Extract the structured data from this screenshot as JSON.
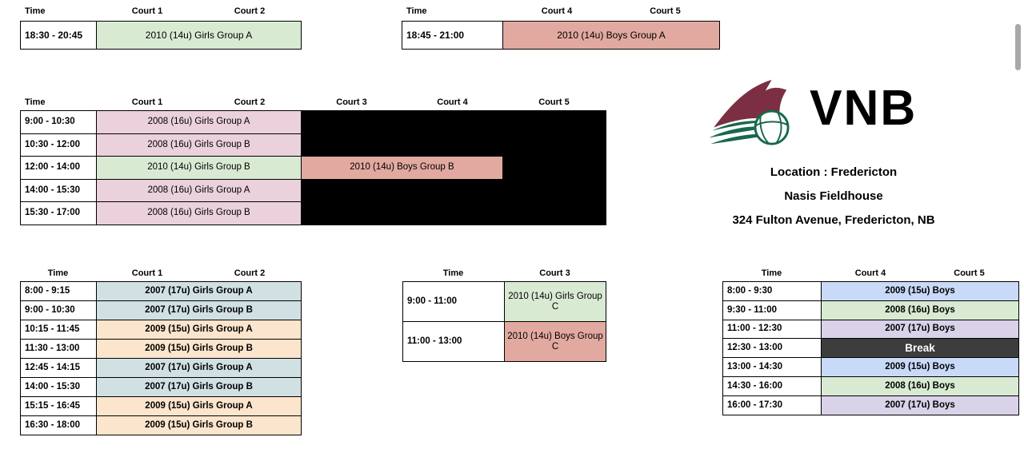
{
  "colors": {
    "green": "#d9ead3",
    "salmon": "#e2a9a0",
    "pink": "#ead1dc",
    "bluegray": "#d0e0e3",
    "peach": "#fce5cd",
    "blue": "#c9daf8",
    "lavender": "#d9d2e9",
    "dark": "#3d3d3d",
    "black": "#000000",
    "logo_maroon": "#7c2f42",
    "logo_green": "#17684c"
  },
  "logo": {
    "brand": "VNB"
  },
  "location": {
    "line1": "Location : Fredericton",
    "line2": "Nasis Fieldhouse",
    "line3": "324 Fulton Avenue, Fredericton, NB"
  },
  "tables": {
    "evening_girls": {
      "header": {
        "time": "Time",
        "courts": [
          "Court 1",
          "Court 2"
        ]
      },
      "rows": [
        {
          "time": "18:30 - 20:45",
          "cells": [
            {
              "label": "2010 (14u) Girls Group A",
              "color": "green",
              "span": 2
            }
          ]
        }
      ]
    },
    "evening_boys": {
      "header": {
        "time": "Time",
        "courts": [
          "Court 4",
          "Court 5"
        ]
      },
      "rows": [
        {
          "time": "18:45 - 21:00",
          "cells": [
            {
              "label": "2010 (14u) Boys Group A",
              "color": "salmon",
              "span": 2
            }
          ]
        }
      ]
    },
    "midday": {
      "header": {
        "time": "Time",
        "courts": [
          "Court 1",
          "Court 2",
          "Court 3",
          "Court 4",
          "Court 5"
        ]
      },
      "rows": [
        {
          "time": "9:00 - 10:30",
          "cells": [
            {
              "label": "2008 (16u) Girls Group A",
              "color": "pink",
              "span": 2
            },
            {
              "label": "",
              "color": "black",
              "span": 3
            }
          ]
        },
        {
          "time": "10:30 - 12:00",
          "cells": [
            {
              "label": "2008 (16u) Girls Group B",
              "color": "pink",
              "span": 2
            },
            {
              "label": "",
              "color": "black",
              "span": 3
            }
          ]
        },
        {
          "time": "12:00 - 14:00",
          "cells": [
            {
              "label": "2010 (14u) Girls Group B",
              "color": "green",
              "span": 2
            },
            {
              "label": "2010 (14u) Boys Group B",
              "color": "salmon",
              "span": 2
            },
            {
              "label": "",
              "color": "black",
              "span": 1
            }
          ]
        },
        {
          "time": "14:00 - 15:30",
          "cells": [
            {
              "label": "2008 (16u) Girls Group A",
              "color": "pink",
              "span": 2
            },
            {
              "label": "",
              "color": "black",
              "span": 3
            }
          ]
        },
        {
          "time": "15:30 - 17:00",
          "cells": [
            {
              "label": "2008 (16u) Girls Group B",
              "color": "pink",
              "span": 2
            },
            {
              "label": "",
              "color": "black",
              "span": 3
            }
          ]
        }
      ]
    },
    "morning_girls": {
      "header": {
        "time": "Time",
        "courts": [
          "Court 1",
          "Court 2"
        ]
      },
      "rows": [
        {
          "time": "8:00 - 9:15",
          "cells": [
            {
              "label": "2007 (17u) Girls Group A",
              "color": "bluegray",
              "span": 2
            }
          ]
        },
        {
          "time": "9:00 - 10:30",
          "cells": [
            {
              "label": "2007 (17u) Girls Group B",
              "color": "bluegray",
              "span": 2
            }
          ]
        },
        {
          "time": "10:15 - 11:45",
          "cells": [
            {
              "label": "2009 (15u) Girls Group A",
              "color": "peach",
              "span": 2
            }
          ]
        },
        {
          "time": "11:30 - 13:00",
          "cells": [
            {
              "label": "2009 (15u) Girls Group B",
              "color": "peach",
              "span": 2
            }
          ]
        },
        {
          "time": "12:45 - 14:15",
          "cells": [
            {
              "label": "2007 (17u) Girls Group A",
              "color": "bluegray",
              "span": 2
            }
          ]
        },
        {
          "time": "14:00 - 15:30",
          "cells": [
            {
              "label": "2007 (17u) Girls Group B",
              "color": "bluegray",
              "span": 2
            }
          ]
        },
        {
          "time": "15:15 - 16:45",
          "cells": [
            {
              "label": "2009 (15u) Girls Group A",
              "color": "peach",
              "span": 2
            }
          ]
        },
        {
          "time": "16:30 - 18:00",
          "cells": [
            {
              "label": "2009 (15u) Girls Group B",
              "color": "peach",
              "span": 2
            }
          ]
        }
      ]
    },
    "court3": {
      "header": {
        "time": "Time",
        "courts": [
          "Court 3"
        ]
      },
      "rows": [
        {
          "time": "9:00 - 11:00",
          "cells": [
            {
              "label": "2010 (14u) Girls Group C",
              "color": "green",
              "span": 1
            }
          ]
        },
        {
          "time": "11:00 - 13:00",
          "cells": [
            {
              "label": "2010 (14u) Boys Group C",
              "color": "salmon",
              "span": 1
            }
          ]
        }
      ]
    },
    "boys": {
      "header": {
        "time": "Time",
        "courts": [
          "Court 4",
          "Court 5"
        ]
      },
      "rows": [
        {
          "time": "8:00 - 9:30",
          "cells": [
            {
              "label": "2009 (15u) Boys",
              "color": "blue",
              "span": 2
            }
          ]
        },
        {
          "time": "9:30 - 11:00",
          "cells": [
            {
              "label": "2008 (16u) Boys",
              "color": "green",
              "span": 2
            }
          ]
        },
        {
          "time": "11:00 - 12:30",
          "cells": [
            {
              "label": "2007 (17u) Boys",
              "color": "lavender",
              "span": 2
            }
          ]
        },
        {
          "time": "12:30 - 13:00",
          "cells": [
            {
              "label": "Break",
              "color": "dark",
              "span": 2
            }
          ]
        },
        {
          "time": "13:00 - 14:30",
          "cells": [
            {
              "label": "2009 (15u) Boys",
              "color": "blue",
              "span": 2
            }
          ]
        },
        {
          "time": "14:30 - 16:00",
          "cells": [
            {
              "label": "2008 (16u) Boys",
              "color": "green",
              "span": 2
            }
          ]
        },
        {
          "time": "16:00 - 17:30",
          "cells": [
            {
              "label": "2007 (17u) Boys",
              "color": "lavender",
              "span": 2
            }
          ]
        }
      ]
    }
  }
}
